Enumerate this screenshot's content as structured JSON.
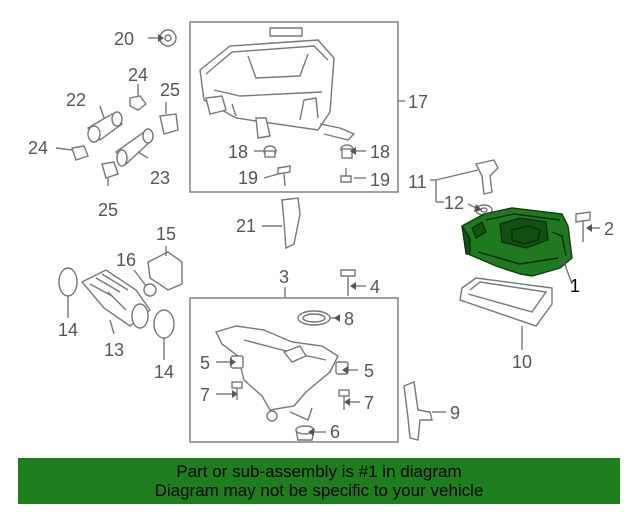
{
  "callouts": {
    "c1": "1",
    "c2": "2",
    "c3": "3",
    "c4": "4",
    "c5a": "5",
    "c5b": "5",
    "c6": "6",
    "c7a": "7",
    "c7b": "7",
    "c8": "8",
    "c9": "9",
    "c10": "10",
    "c11": "11",
    "c12": "12",
    "c13": "13",
    "c14a": "14",
    "c14b": "14",
    "c15": "15",
    "c16": "16",
    "c17": "17",
    "c18a": "18",
    "c18b": "18",
    "c19a": "19",
    "c19b": "19",
    "c20": "20",
    "c21": "21",
    "c22": "22",
    "c23": "23",
    "c24a": "24",
    "c24b": "24",
    "c25a": "25",
    "c25b": "25"
  },
  "colors": {
    "highlight": "#1f7a1f",
    "banner": "#1e7e1e",
    "line": "#777777"
  },
  "banner": {
    "line1": "Part or sub-assembly is #1 in diagram",
    "line2": "Diagram may not be specific to your vehicle"
  }
}
